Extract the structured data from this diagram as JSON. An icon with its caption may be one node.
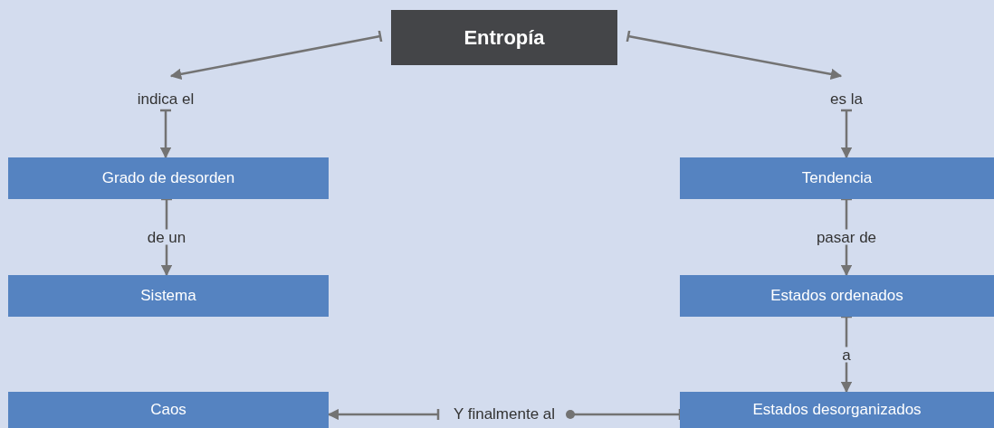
{
  "diagram": {
    "nodes": [
      {
        "text": [
          "Entropía"
        ]
      },
      {
        "text": [
          "indica el"
        ]
      },
      {
        "text": [
          "es la"
        ]
      },
      {
        "text": [
          "Grado de desorden"
        ]
      },
      {
        "text": [
          "Sistema"
        ]
      },
      {
        "text": [
          "Tendencia"
        ]
      },
      {
        "text": [
          "Estados ordenados"
        ]
      },
      {
        "text": [
          "Caos"
        ]
      },
      {
        "text": [
          "Y finalmente al"
        ]
      },
      {
        "text": [
          "Estados desorganizados"
        ]
      }
    ],
    "edges": [
      {
        "from": 0,
        "to": 1,
        "arrow": "to"
      },
      {
        "from": 1,
        "to": 3,
        "arrow": "to"
      },
      {
        "from": 0,
        "to": 2,
        "arrow": "to"
      },
      {
        "from": 2,
        "to": 5,
        "arrow": "to"
      },
      {
        "from": 3,
        "to": 4,
        "arrow": "to",
        "label": "de un"
      },
      {
        "from": 5,
        "to": 6,
        "arrow": "to",
        "label": "pasar de"
      },
      {
        "from": 6,
        "to": 9,
        "arrow": "to",
        "label": "a"
      },
      {
        "from": 9,
        "to": 8,
        "arrow": "other"
      },
      {
        "from": 8,
        "to": 7,
        "arrow": "to"
      }
    ]
  }
}
